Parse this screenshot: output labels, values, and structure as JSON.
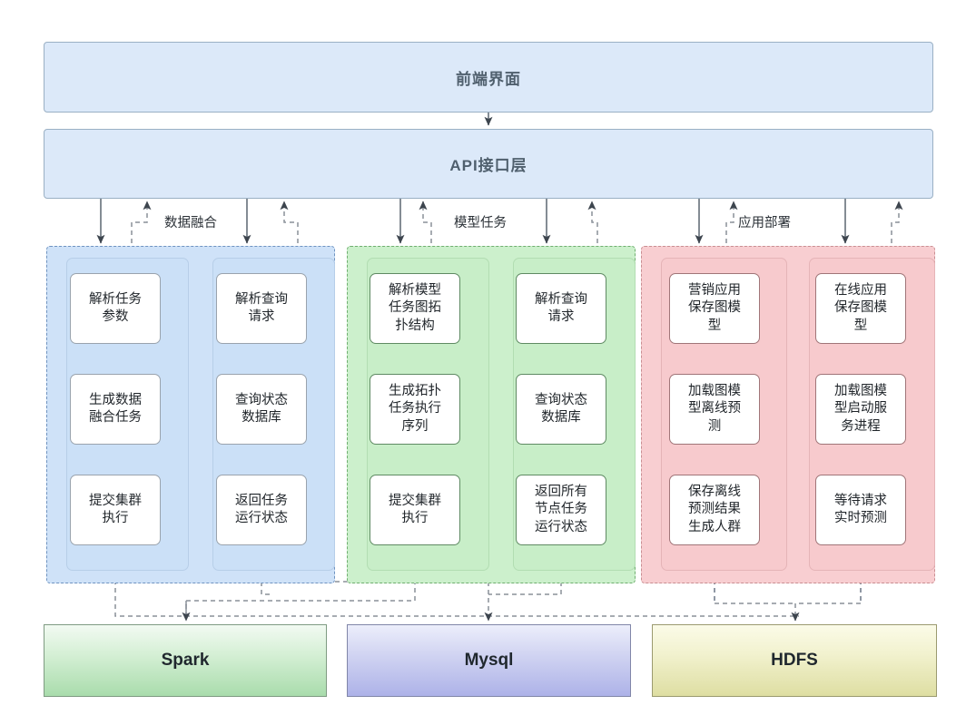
{
  "banners": [
    {
      "id": "frontend",
      "label": "前端界面"
    },
    {
      "id": "api",
      "label": "API接口层"
    }
  ],
  "flow_labels": [
    {
      "id": "data-fusion",
      "label": "数据融合"
    },
    {
      "id": "model-task",
      "label": "模型任务"
    },
    {
      "id": "app-deploy",
      "label": "应用部署"
    }
  ],
  "groups": [
    {
      "id": "data-fusion-group",
      "tone": "blue",
      "color": "#cfe2f8",
      "columns": [
        {
          "id": "fusion-exec",
          "nodes": [
            "解析任务\n参数",
            "生成数据\n融合任务",
            "提交集群\n执行"
          ]
        },
        {
          "id": "fusion-query",
          "nodes": [
            "解析查询\n请求",
            "查询状态\n数据库",
            "返回任务\n运行状态"
          ]
        }
      ]
    },
    {
      "id": "model-task-group",
      "tone": "green",
      "color": "#ccf0cc",
      "columns": [
        {
          "id": "model-exec",
          "nodes": [
            "解析模型\n任务图拓\n扑结构",
            "生成拓扑\n任务执行\n序列",
            "提交集群\n执行"
          ]
        },
        {
          "id": "model-query",
          "nodes": [
            "解析查询\n请求",
            "查询状态\n数据库",
            "返回所有\n节点任务\n运行状态"
          ]
        }
      ]
    },
    {
      "id": "app-deploy-group",
      "tone": "pink",
      "color": "#f8ced1",
      "columns": [
        {
          "id": "offline-app",
          "nodes": [
            "营销应用\n保存图模\n型",
            "加载图模\n型离线预\n测",
            "保存离线\n预测结果\n生成人群"
          ]
        },
        {
          "id": "online-app",
          "nodes": [
            "在线应用\n保存图模\n型",
            "加载图模\n型启动服\n务进程",
            "等待请求\n实时预测"
          ]
        }
      ]
    }
  ],
  "stores": [
    {
      "id": "spark",
      "label": "Spark",
      "tone": "spark",
      "color": "#a9dcac"
    },
    {
      "id": "mysql",
      "label": "Mysql",
      "tone": "mysql",
      "color": "#adb2e8"
    },
    {
      "id": "hdfs",
      "label": "HDFS",
      "tone": "hdfs",
      "color": "#dedea2"
    }
  ],
  "theme": {
    "banner_fill": "#dce9f9",
    "banner_border": "#9ab0c4",
    "solid_connector": "#5a6570",
    "dashed_connector": "#8a9099",
    "node_border": "#9aa3ad"
  }
}
